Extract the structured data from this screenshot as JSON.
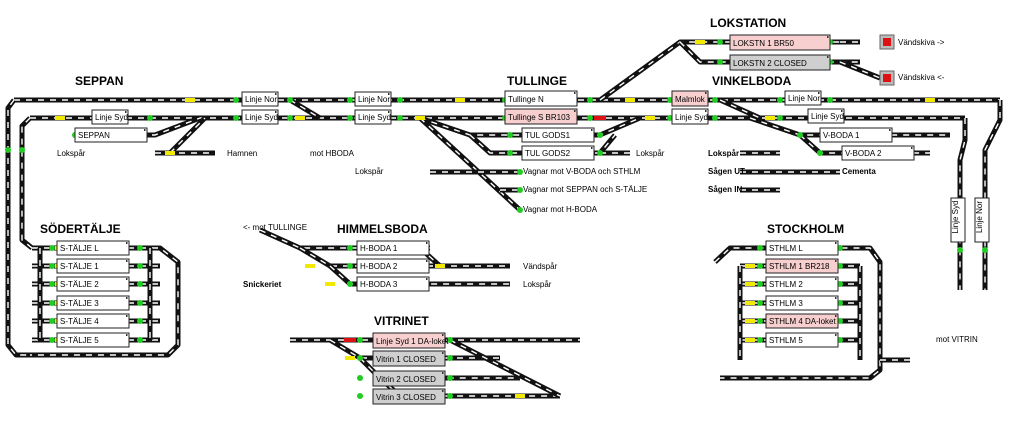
{
  "stations": [
    {
      "id": "lokstation",
      "name": "LOKSTATION"
    },
    {
      "id": "seppan",
      "name": "SEPPAN"
    },
    {
      "id": "tullinge",
      "name": "TULLINGE"
    },
    {
      "id": "vinkelboda",
      "name": "VINKELBODA"
    },
    {
      "id": "sodertalje",
      "name": "SÖDERTÄLJE"
    },
    {
      "id": "himmelsboda",
      "name": "HIMMELSBODA"
    },
    {
      "id": "stockholm",
      "name": "STOCKHOLM"
    },
    {
      "id": "vitrinet",
      "name": "VITRINET"
    }
  ],
  "labels": [
    {
      "id": "vandskiva-right",
      "text": "Vändskiva ->"
    },
    {
      "id": "vandskiva-left",
      "text": "Vändskiva <-"
    },
    {
      "id": "lokspar-seppan",
      "text": "Lokspår"
    },
    {
      "id": "hamnen",
      "text": "Hamnen"
    },
    {
      "id": "mot-hboda",
      "text": "mot HBODA"
    },
    {
      "id": "lokspar-mid",
      "text": "Lokspår"
    },
    {
      "id": "lokspar-tul",
      "text": "Lokspår"
    },
    {
      "id": "vagnar-vboda-sthlm",
      "text": "Vagnar mot V-BODA och STHLM"
    },
    {
      "id": "vagnar-seppan-stalje",
      "text": "Vagnar mot SEPPAN och S-TÄLJE"
    },
    {
      "id": "vagnar-hboda",
      "text": "Vagnar mot H-BODA"
    },
    {
      "id": "lokspar-vboda",
      "text": "Lokspår"
    },
    {
      "id": "sagen-ut",
      "text": "Sågen UT"
    },
    {
      "id": "cementa",
      "text": "Cementa"
    },
    {
      "id": "sagen-in",
      "text": "Sågen IN"
    },
    {
      "id": "mot-tullinge",
      "text": "<- mot TULLINGE"
    },
    {
      "id": "vandspar",
      "text": "Vändspår"
    },
    {
      "id": "snickeriet",
      "text": "Snickeriet"
    },
    {
      "id": "lokspar-hboda",
      "text": "Lokspår"
    },
    {
      "id": "mot-vitrin",
      "text": "mot VITRIN"
    }
  ],
  "blocks": [
    {
      "id": "lokstn1",
      "text": "LOKSTN 1 BR50",
      "state": "occupied"
    },
    {
      "id": "lokstn2",
      "text": "LOKSTN 2 CLOSED",
      "state": "closed"
    },
    {
      "id": "linje-nor-1",
      "text": "Linje Nor",
      "state": "free"
    },
    {
      "id": "linje-nor-2",
      "text": "Linje Nor",
      "state": "free"
    },
    {
      "id": "linje-syd-1",
      "text": "Linje Syd",
      "state": "free"
    },
    {
      "id": "linje-syd-2",
      "text": "Linje Syd",
      "state": "free"
    },
    {
      "id": "linje-syd-3",
      "text": "Linje Syd",
      "state": "free"
    },
    {
      "id": "seppan-blk",
      "text": "SEPPAN",
      "state": "free"
    },
    {
      "id": "tullinge-n",
      "text": "Tullinge N",
      "state": "free"
    },
    {
      "id": "tullinge-s",
      "text": "Tullinge S BR103",
      "state": "occupied"
    },
    {
      "id": "tul-gods1",
      "text": "TUL GODS1",
      "state": "free"
    },
    {
      "id": "tul-gods2",
      "text": "TUL GODS2",
      "state": "free"
    },
    {
      "id": "malmlok",
      "text": "Malmlok",
      "state": "occupied"
    },
    {
      "id": "linje-syd-4",
      "text": "Linje Syd",
      "state": "free"
    },
    {
      "id": "linje-nor-3",
      "text": "Linje Nor",
      "state": "free"
    },
    {
      "id": "linje-syd-5",
      "text": "Linje Syd",
      "state": "free"
    },
    {
      "id": "vboda1",
      "text": "V-BODA 1",
      "state": "free"
    },
    {
      "id": "vboda2",
      "text": "V-BODA 2",
      "state": "free"
    },
    {
      "id": "linje-syd-v",
      "text": "Linje Syd",
      "state": "free"
    },
    {
      "id": "linje-nor-v",
      "text": "Linje Nor",
      "state": "free"
    },
    {
      "id": "stalje-l",
      "text": "S-TÄLJE L",
      "state": "free"
    },
    {
      "id": "stalje-1",
      "text": "S-TÄLJE 1",
      "state": "free"
    },
    {
      "id": "stalje-2",
      "text": "S-TÄLJE 2",
      "state": "free"
    },
    {
      "id": "stalje-3",
      "text": "S-TÄLJE 3",
      "state": "free"
    },
    {
      "id": "stalje-4",
      "text": "S-TÄLJE 4",
      "state": "free"
    },
    {
      "id": "stalje-5",
      "text": "S-TÄLJE 5",
      "state": "free"
    },
    {
      "id": "hboda1",
      "text": "H-BODA 1",
      "state": "free"
    },
    {
      "id": "hboda2",
      "text": "H-BODA 2",
      "state": "free"
    },
    {
      "id": "hboda3",
      "text": "H-BODA 3",
      "state": "free"
    },
    {
      "id": "sthlm-l",
      "text": "STHLM L",
      "state": "free"
    },
    {
      "id": "sthlm-1",
      "text": "STHLM 1 BR218",
      "state": "occupied"
    },
    {
      "id": "sthlm-2",
      "text": "STHLM 2",
      "state": "free"
    },
    {
      "id": "sthlm-3",
      "text": "STHLM 3",
      "state": "free"
    },
    {
      "id": "sthlm-4",
      "text": "STHLM 4 DA-loket",
      "state": "occupied"
    },
    {
      "id": "sthlm-5",
      "text": "STHLM 5",
      "state": "free"
    },
    {
      "id": "vitrin-lsyd",
      "text": "Linje Syd 1 DA-loket",
      "state": "occupied"
    },
    {
      "id": "vitrin1",
      "text": "Vitrin 1 CLOSED",
      "state": "closed"
    },
    {
      "id": "vitrin2",
      "text": "Vitrin 2 CLOSED",
      "state": "closed"
    },
    {
      "id": "vitrin3",
      "text": "Vitrin 3 CLOSED",
      "state": "closed"
    }
  ],
  "colors": {
    "free": "#ffffff",
    "occupied": "#f7cfcf",
    "closed": "#cfcfcf",
    "signal_green": "#22cc22",
    "signal_red": "#dd1111",
    "reserved_yellow": "#f2e900"
  }
}
